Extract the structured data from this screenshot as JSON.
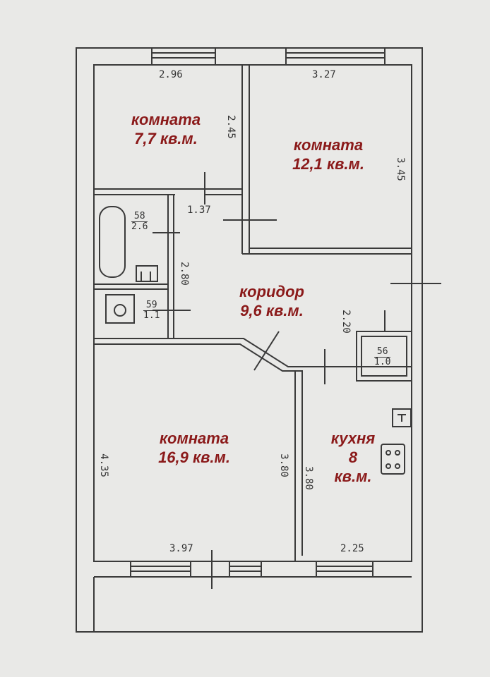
{
  "rooms": {
    "room1": {
      "name": "комната",
      "area": "7,7 кв.м."
    },
    "room2": {
      "name": "комната",
      "area": "12,1 кв.м."
    },
    "corridor": {
      "name": "коридор",
      "area": "9,6 кв.м."
    },
    "room3": {
      "name": "комната",
      "area": "16,9 кв.м."
    },
    "kitchen": {
      "name": "кухня",
      "area_value": "8",
      "area_unit": "кв.м."
    }
  },
  "dimensions": {
    "d1": "2.96",
    "d2": "3.27",
    "d3": "2.45",
    "d4": "3.45",
    "d5": "1.37",
    "d6": "2.80",
    "d7": "2.20",
    "d8": "4.35",
    "d9": "3.80",
    "d10": "3.80",
    "d11": "3.97",
    "d12": "2.25"
  },
  "markers": {
    "m58": {
      "num": "58",
      "den": "2.6"
    },
    "m59": {
      "num": "59",
      "den": "1.1"
    },
    "m56": {
      "num": "56",
      "den": "1.0"
    }
  },
  "colors": {
    "label": "#8b1a1a",
    "line": "#3a3a3a",
    "paper": "#e9e9e7"
  }
}
